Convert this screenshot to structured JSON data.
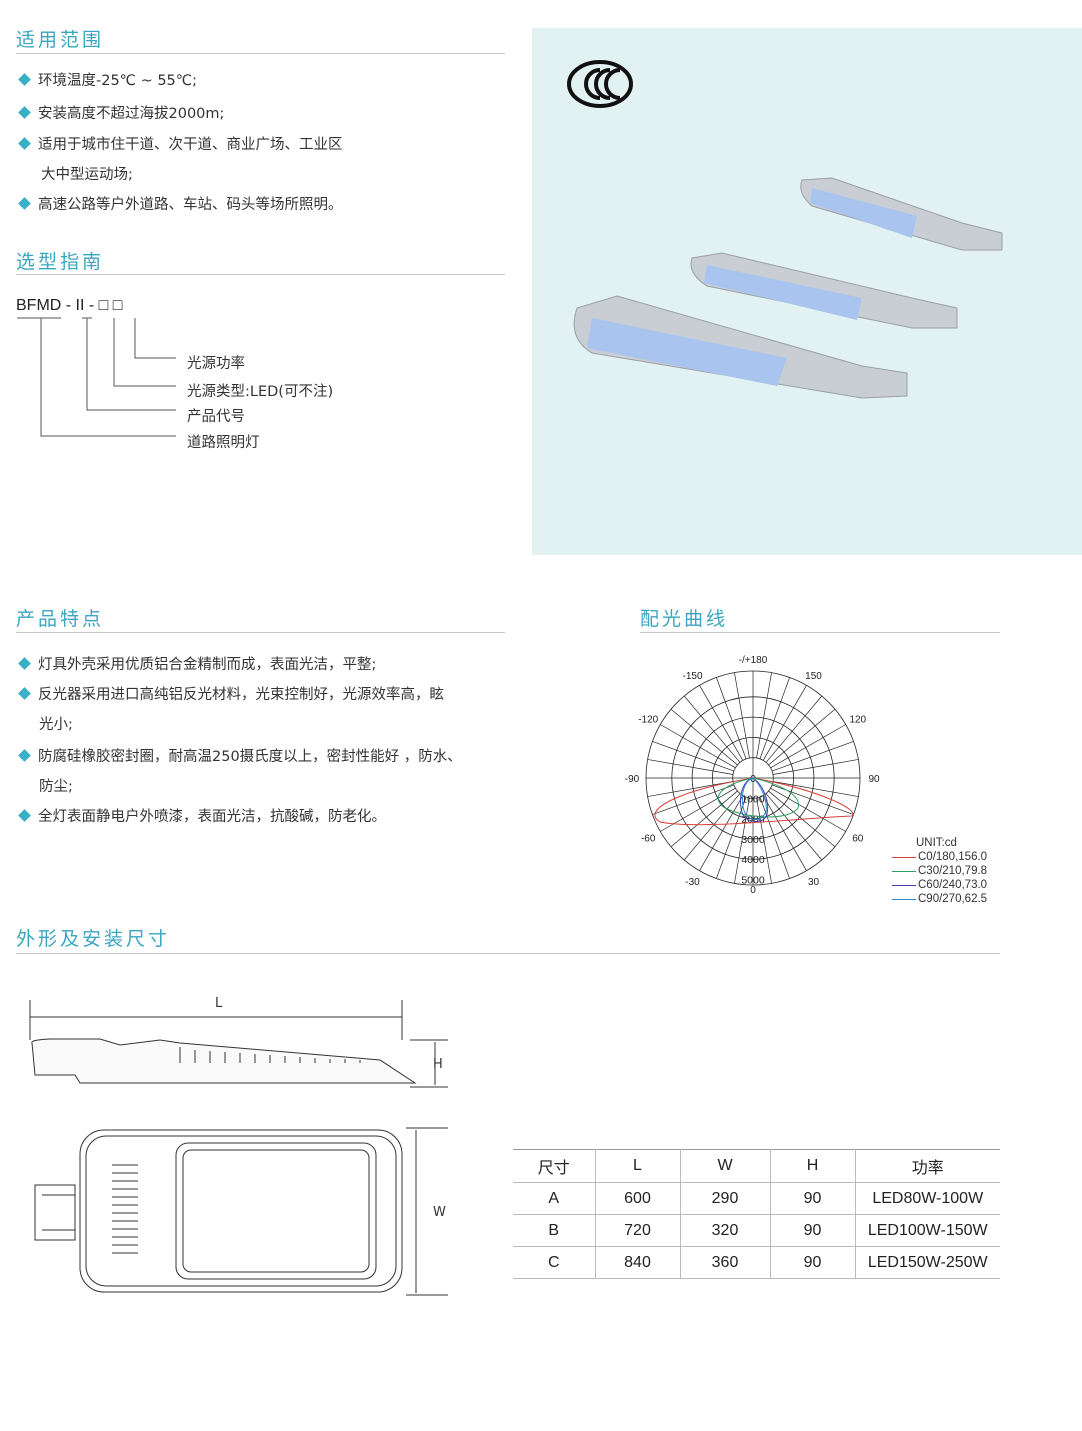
{
  "sections": {
    "scope": {
      "title": "适用范围",
      "items": [
        "环境温度-25℃ ~ 55℃;",
        "安装高度不超过海拔2000m;",
        "适用于城市住干道、次干道、商业广场、工业区",
        "高速公路等户外道路、车站、码头等场所照明。"
      ],
      "continuation": "大中型运动场;"
    },
    "selection": {
      "title": "选型指南",
      "model": "BFMD - II - □ □",
      "labels": [
        "光源功率",
        "光源类型:LED(可不注)",
        "产品代号",
        "道路照明灯"
      ]
    },
    "features": {
      "title": "产品特点",
      "items": [
        "灯具外壳采用优质铝合金精制而成，表面光洁，平整;",
        "反光器采用进口高纯铝反光材料，光束控制好，光源效率高，眩",
        "防腐硅橡胶密封圈，耐高温250摄氏度以上，密封性能好 ，防水、",
        "全灯表面静电户外喷漆，表面光洁，抗酸碱，防老化。"
      ],
      "cont": [
        "光小;",
        "防尘;"
      ]
    },
    "curve": {
      "title": "配光曲线"
    },
    "dimensions": {
      "title": "外形及安装尺寸",
      "labels": {
        "L": "L",
        "H": "H",
        "W": "W"
      }
    }
  },
  "colors": {
    "accent": "#3aa6c0",
    "panel": "#e2f1f1"
  },
  "chart_data": {
    "type": "polar",
    "angle_labels": [
      "-/+180",
      "150",
      "-150",
      "120",
      "-120",
      "90",
      "-90",
      "60",
      "-60",
      "30",
      "-30",
      "0"
    ],
    "radial_labels": [
      "0",
      "1000",
      "2000",
      "3000",
      "4000",
      "5000"
    ],
    "unit": "UNIT:cd",
    "series": [
      {
        "name": "C0/180,156.0",
        "color": "#d9403a"
      },
      {
        "name": "C30/210,79.8",
        "color": "#2e9e5e"
      },
      {
        "name": "C60/240,73.0",
        "color": "#4a3fa8"
      },
      {
        "name": "C90/270,62.5",
        "color": "#2a8ad0"
      }
    ]
  },
  "table": {
    "header": [
      "尺寸",
      "L",
      "W",
      "H",
      "功率"
    ],
    "rows": [
      [
        "A",
        "600",
        "290",
        "90",
        "LED80W-100W"
      ],
      [
        "B",
        "720",
        "320",
        "90",
        "LED100W-150W"
      ],
      [
        "C",
        "840",
        "360",
        "90",
        "LED150W-250W"
      ]
    ]
  }
}
